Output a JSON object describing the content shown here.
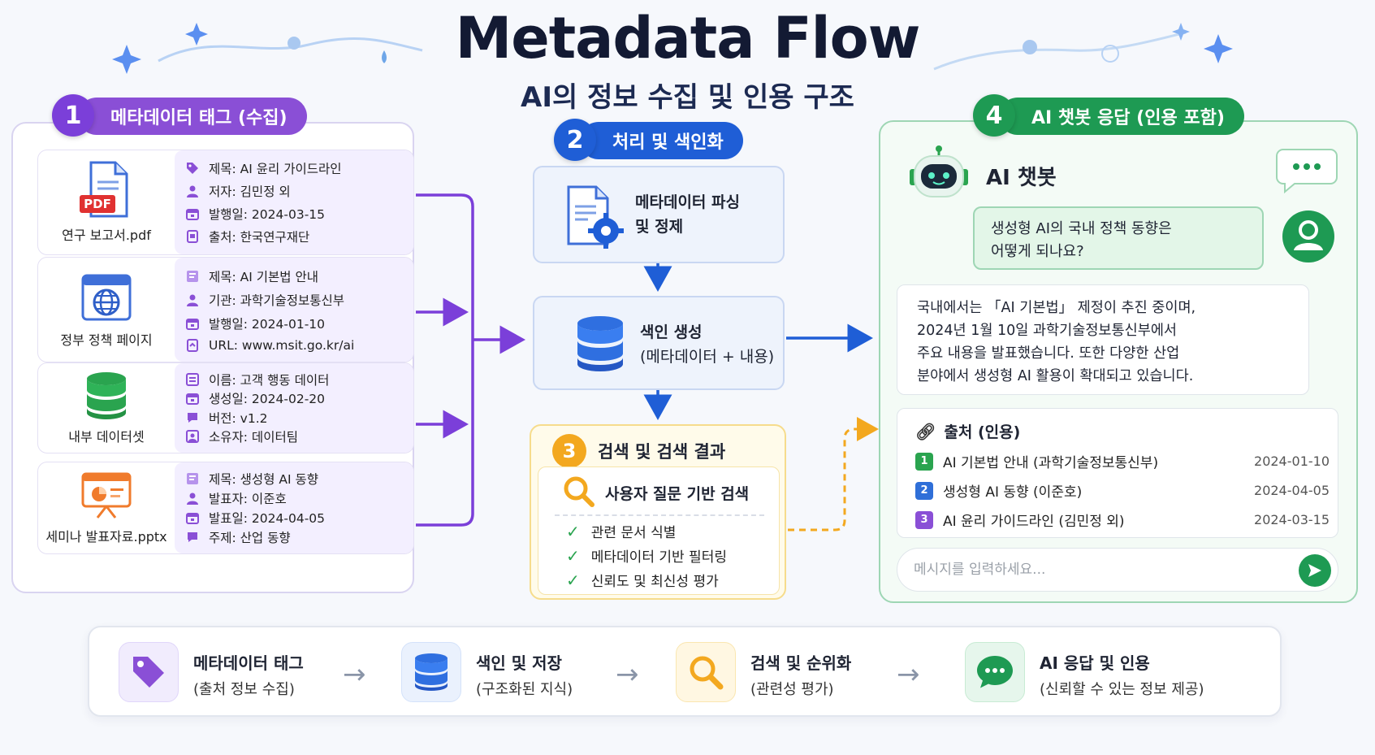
{
  "header": {
    "title": "Metadata Flow",
    "subtitle": "AI의 정보 수집 및 인용 구조"
  },
  "section1": {
    "number": "1",
    "label": "메타데이터 태그 (수집)",
    "sources": [
      {
        "name": "연구 보고서.pdf",
        "file_badge": "PDF",
        "fields": [
          "제목: AI 윤리 가이드라인",
          "저자: 김민정 외",
          "발행일: 2024-03-15",
          "출처: 한국연구재단"
        ]
      },
      {
        "name": "정부 정책 페이지",
        "fields": [
          "제목: AI 기본법 안내",
          "기관: 과학기술정보통신부",
          "발행일: 2024-01-10",
          "URL: www.msit.go.kr/ai"
        ]
      },
      {
        "name": "내부 데이터셋",
        "fields": [
          "이름: 고객 행동 데이터",
          "생성일: 2024-02-20",
          "버전: v1.2",
          "소유자: 데이터팀"
        ]
      },
      {
        "name": "세미나 발표자료.pptx",
        "fields": [
          "제목: 생성형 AI 동향",
          "발표자: 이준호",
          "발표일: 2024-04-05",
          "주제: 산업 동향"
        ]
      }
    ]
  },
  "section2": {
    "number": "2",
    "label": "처리 및 색인화",
    "parse_line1": "메타데이터 파싱",
    "parse_line2": "및 정제",
    "index_line1": "색인 생성",
    "index_line2": "(메타데이터 + 내용)"
  },
  "section3": {
    "number": "3",
    "label": "검색 및 검색 결과",
    "search_title": "사용자 질문 기반 검색",
    "checks": [
      "관련 문서 식별",
      "메타데이터 기반 필터링",
      "신뢰도 및 최신성 평가"
    ]
  },
  "section4": {
    "number": "4",
    "label": "AI 챗봇 응답 (인용 포함)",
    "bot_name": "AI 챗봇",
    "user_question_line1": "생성형 AI의 국내 정책 동향은",
    "user_question_line2": "어떻게 되나요?",
    "reply_lines": [
      "국내에서는 「AI 기본법」 제정이 추진 중이며,",
      "2024년 1월 10일 과학기술정보통신부에서",
      "주요 내용을 발표했습니다. 또한 다양한 산업",
      "분야에서 생성형 AI 활용이 확대되고 있습니다."
    ],
    "citations_title": "출처 (인용)",
    "citations": [
      {
        "num": "1",
        "text": "AI 기본법 안내 (과학기술정보통신부)",
        "date": "2024-01-10",
        "color": "#2aa44f"
      },
      {
        "num": "2",
        "text": "생성형 AI 동향 (이준호)",
        "date": "2024-04-05",
        "color": "#2f6fd8"
      },
      {
        "num": "3",
        "text": "AI 윤리 가이드라인 (김민정 외)",
        "date": "2024-03-15",
        "color": "#8a4fd6"
      }
    ],
    "input_placeholder": "메시지를 입력하세요..."
  },
  "bottom": {
    "steps": [
      {
        "title": "메타데이터 태그",
        "sub": "(출처 정보 수집)",
        "icon": "tag-icon"
      },
      {
        "title": "색인 및 저장",
        "sub": "(구조화된 지식)",
        "icon": "database-icon"
      },
      {
        "title": "검색 및 순위화",
        "sub": "(관련성 평가)",
        "icon": "search-icon"
      },
      {
        "title": "AI 응답 및 인용",
        "sub": "(신뢰할 수 있는 정보 제공)",
        "icon": "chat-icon"
      }
    ]
  },
  "colors": {
    "purple": "#7b3fd9",
    "blue": "#1f5ed6",
    "orange": "#f3a81f",
    "green": "#1e9a53"
  }
}
